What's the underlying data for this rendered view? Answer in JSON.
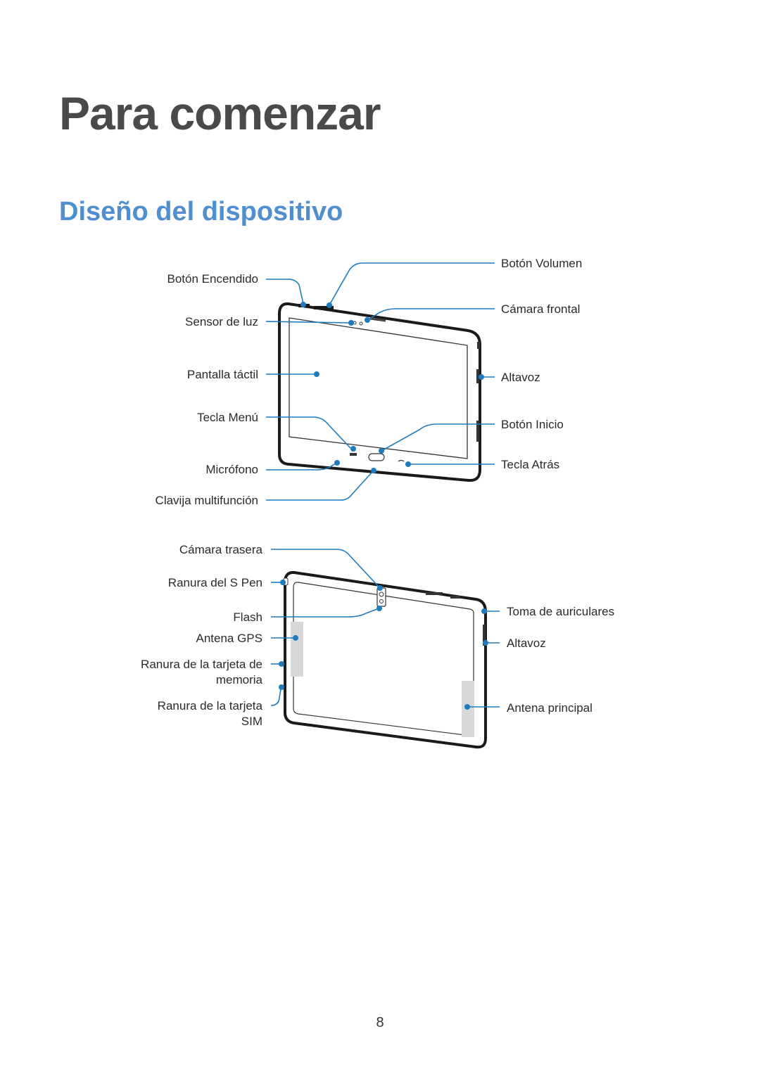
{
  "page": {
    "chapter_title": "Para comenzar",
    "section_title": "Diseño del dispositivo",
    "page_number": "8"
  },
  "front_view": {
    "labels": {
      "power_button": "Botón Encendido",
      "light_sensor": "Sensor de luz",
      "touch_screen": "Pantalla táctil",
      "menu_key": "Tecla Menú",
      "microphone": "Micrófono",
      "multipurpose_jack": "Clavija multifunción",
      "volume_button": "Botón Volumen",
      "front_camera": "Cámara frontal",
      "speaker": "Altavoz",
      "home_button": "Botón Inicio",
      "back_key": "Tecla Atrás"
    }
  },
  "rear_view": {
    "labels": {
      "rear_camera": "Cámara trasera",
      "s_pen_slot": "Ranura del S Pen",
      "flash": "Flash",
      "gps_antenna": "Antena GPS",
      "memory_card_slot_line1": "Ranura de la tarjeta de",
      "memory_card_slot_line2": "memoria",
      "sim_slot_line1": "Ranura de la tarjeta",
      "sim_slot_line2": "SIM",
      "headset_jack": "Toma de auriculares",
      "speaker": "Altavoz",
      "main_antenna": "Antena principal"
    }
  },
  "colors": {
    "leader_line": "#1e7bbd",
    "section_title": "#4f8fd0",
    "chapter_title": "#4a4a4a"
  }
}
